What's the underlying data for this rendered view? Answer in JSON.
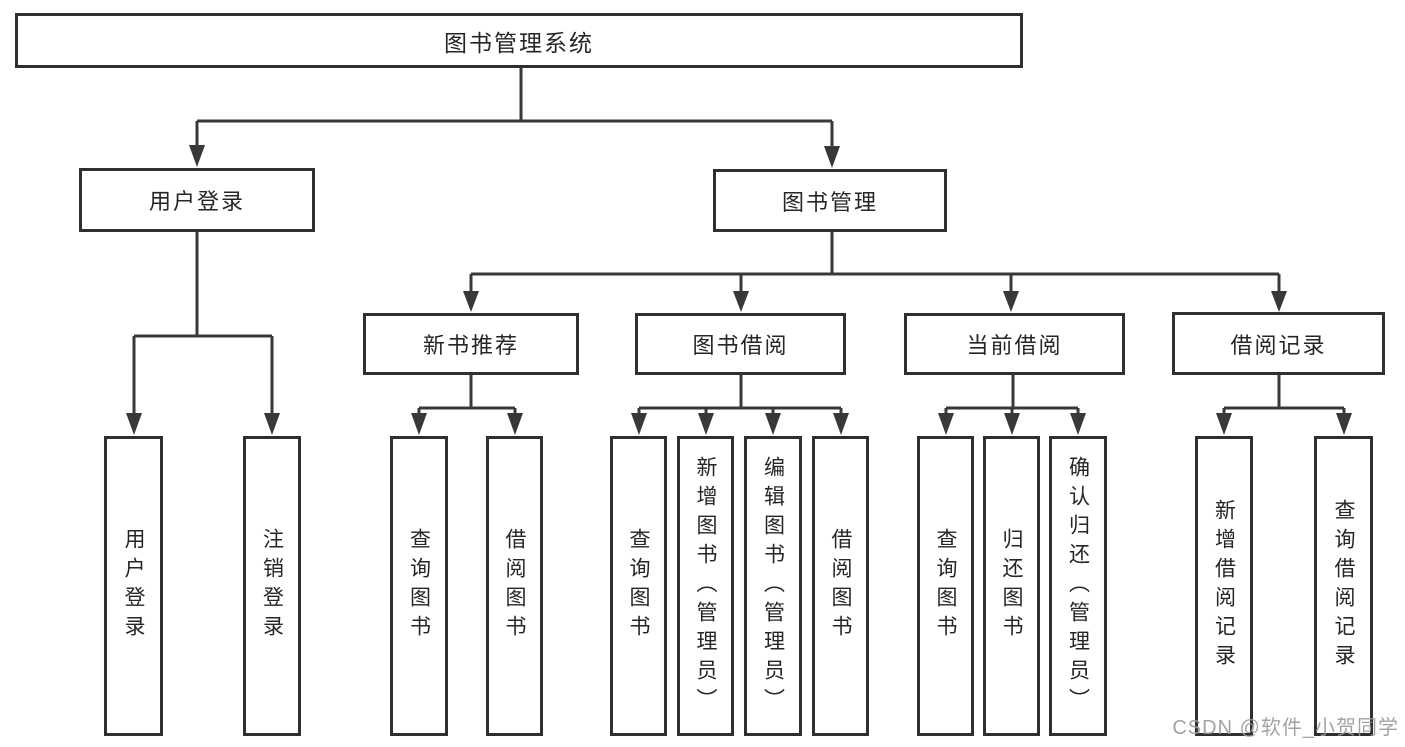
{
  "title": "图书管理系统",
  "watermark": {
    "text": "CSDN @软件_小贺同学"
  },
  "colors": {
    "line": "#383838",
    "box_border": "#2f2f2f",
    "text": "#262626",
    "watermark": "#9b9b9b"
  },
  "tree": {
    "label": "图书管理系统",
    "children": [
      {
        "label": "用户登录",
        "children": [
          {
            "label": "用户登录"
          },
          {
            "label": "注销登录"
          }
        ]
      },
      {
        "label": "图书管理",
        "children": [
          {
            "label": "新书推荐",
            "children": [
              {
                "label": "查询图书"
              },
              {
                "label": "借阅图书"
              }
            ]
          },
          {
            "label": "图书借阅",
            "children": [
              {
                "label": "查询图书"
              },
              {
                "label": "新增图书（管理员）"
              },
              {
                "label": "编辑图书（管理员）"
              },
              {
                "label": "借阅图书"
              }
            ]
          },
          {
            "label": "当前借阅",
            "children": [
              {
                "label": "查询图书"
              },
              {
                "label": "归还图书"
              },
              {
                "label": "确认归还（管理员）"
              }
            ]
          },
          {
            "label": "借阅记录",
            "children": [
              {
                "label": "新增借阅记录"
              },
              {
                "label": "查询借阅记录"
              }
            ]
          }
        ]
      }
    ]
  }
}
